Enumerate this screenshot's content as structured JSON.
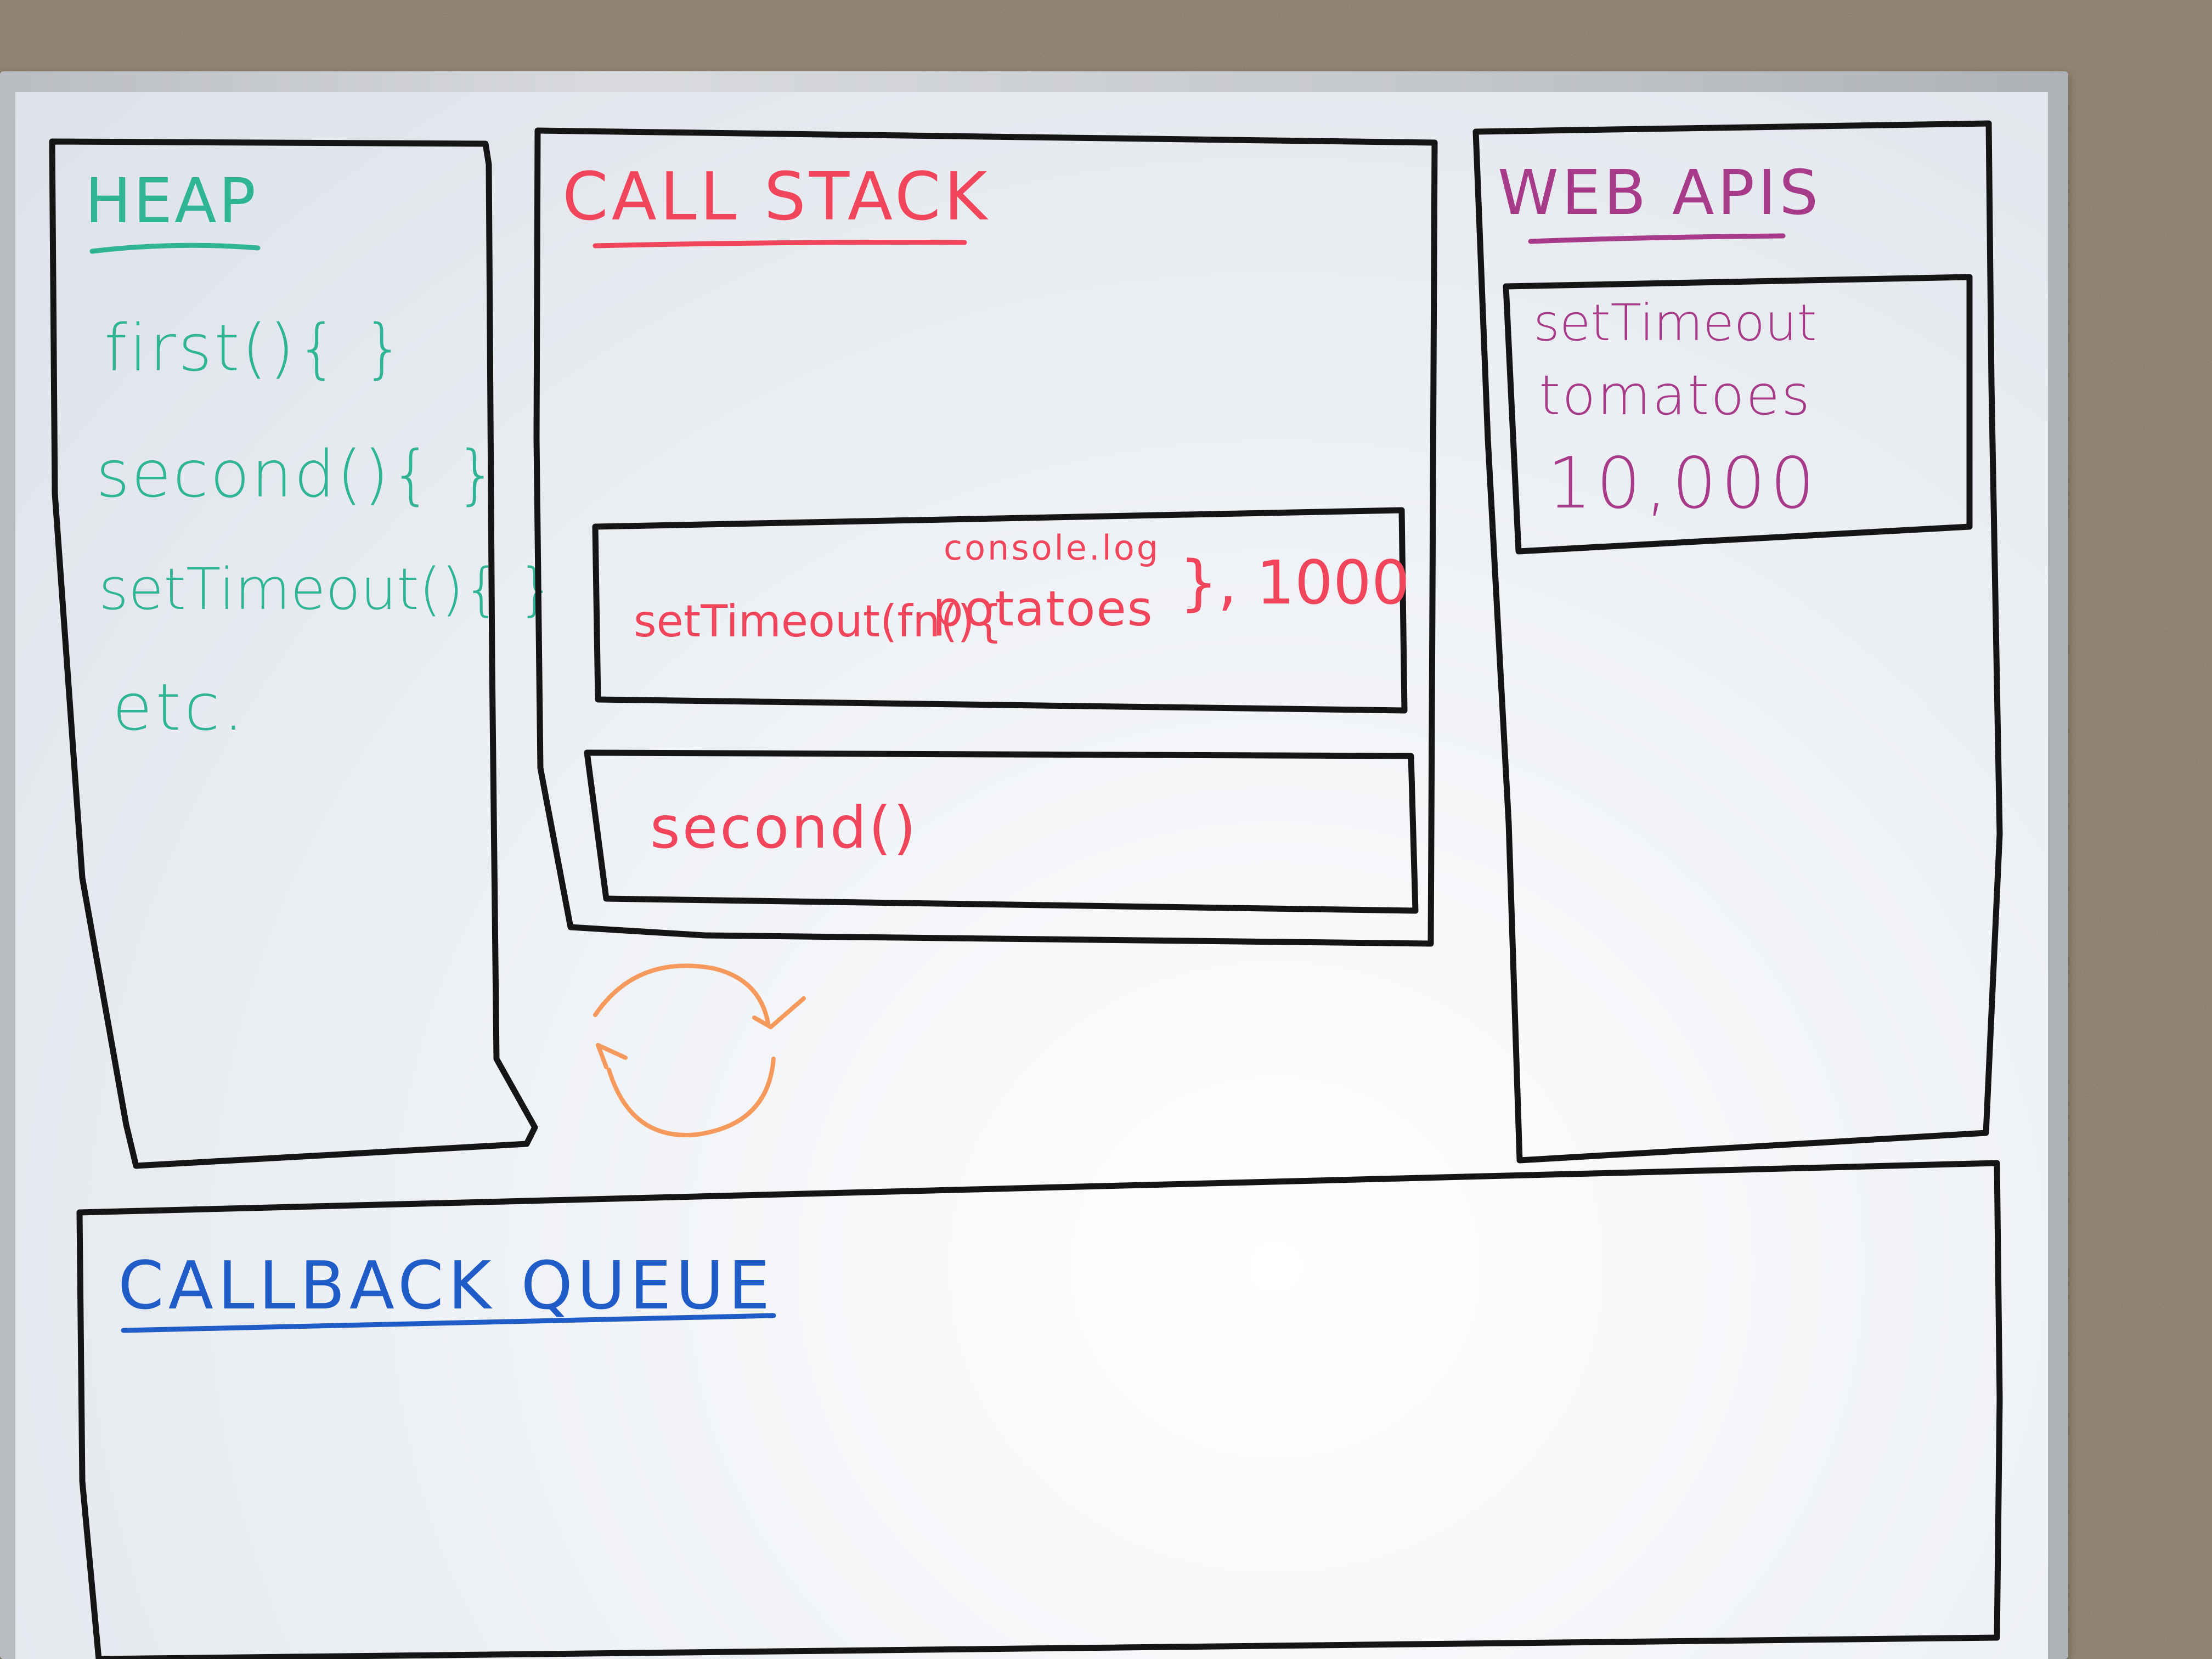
{
  "colors": {
    "heap": "#2fb595",
    "call_stack": "#f0455a",
    "web_apis": "#a83a8a",
    "callback_queue": "#1f5cc8",
    "event_loop": "#f59a5c",
    "marker_black": "#151515"
  },
  "heap": {
    "title": "HEAP",
    "items": [
      "first(){ }",
      "second(){ }",
      "setTimeout(){ }",
      "etc."
    ]
  },
  "call_stack": {
    "title": "CALL STACK",
    "frames": [
      {
        "prefix": "setTimeout(fn(){",
        "line1": "console.log",
        "line2": "potatoes",
        "suffix": "}, 1000"
      },
      {
        "label": "second()"
      }
    ]
  },
  "web_apis": {
    "title": "WEB APIS",
    "card_lines": [
      "setTimeout",
      "tomatoes",
      "10,000"
    ]
  },
  "event_loop": {
    "icon": "event-loop-arrows"
  },
  "callback_queue": {
    "title": "CALLBACK QUEUE"
  }
}
